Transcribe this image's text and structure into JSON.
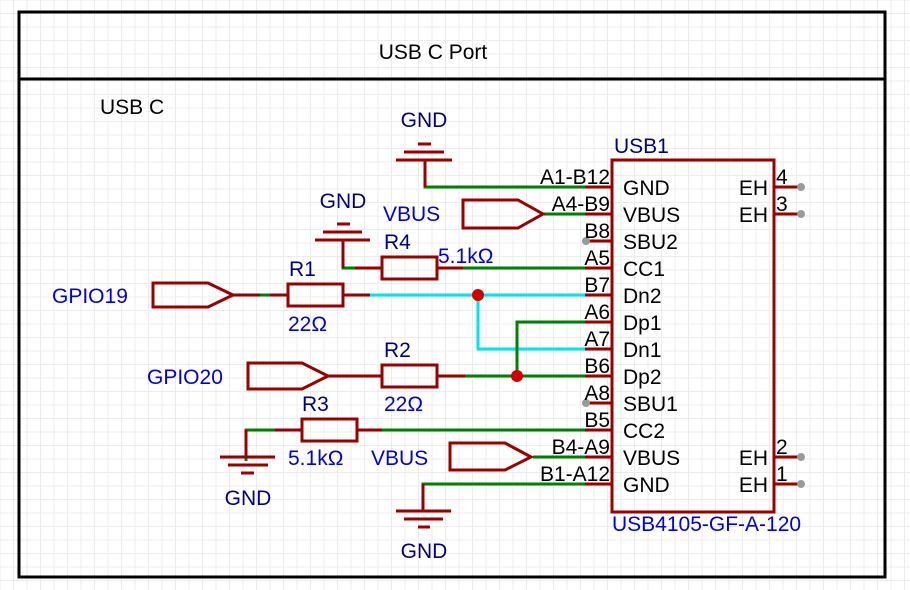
{
  "sheet": {
    "title": "USB C Port",
    "section_label": "USB C"
  },
  "component": {
    "designator": "USB1",
    "part_number": "USB4105-GF-A-120",
    "left_pins": [
      {
        "number": "A1-B12",
        "name": "GND"
      },
      {
        "number": "A4-B9",
        "name": "VBUS"
      },
      {
        "number": "B8",
        "name": "SBU2"
      },
      {
        "number": "A5",
        "name": "CC1"
      },
      {
        "number": "B7",
        "name": "Dn2"
      },
      {
        "number": "A6",
        "name": "Dp1"
      },
      {
        "number": "A7",
        "name": "Dn1"
      },
      {
        "number": "B6",
        "name": "Dp2"
      },
      {
        "number": "A8",
        "name": "SBU1"
      },
      {
        "number": "B5",
        "name": "CC2"
      },
      {
        "number": "B4-A9",
        "name": "VBUS"
      },
      {
        "number": "B1-A12",
        "name": "GND"
      }
    ],
    "right_pins": [
      {
        "number": "4",
        "name": "EH"
      },
      {
        "number": "3",
        "name": "EH"
      },
      {
        "number": "2",
        "name": "EH"
      },
      {
        "number": "1",
        "name": "EH"
      }
    ]
  },
  "resistors": [
    {
      "designator": "R1",
      "value": "22Ω"
    },
    {
      "designator": "R2",
      "value": "22Ω"
    },
    {
      "designator": "R3",
      "value": "5.1kΩ"
    },
    {
      "designator": "R4",
      "value": "5.1kΩ"
    }
  ],
  "net_ports": [
    {
      "name": "GPIO19"
    },
    {
      "name": "GPIO20"
    },
    {
      "name": "VBUS"
    },
    {
      "name": "VBUS"
    }
  ],
  "ground_symbols": [
    {
      "label": "GND"
    },
    {
      "label": "GND"
    },
    {
      "label": "GND"
    },
    {
      "label": "GND"
    }
  ],
  "colors": {
    "symbol": "#990000",
    "wire": "#008000",
    "diff_wire": "#00e5ee",
    "junction": "#d00000",
    "net_label": "#0000e0",
    "designator": "#000080"
  }
}
